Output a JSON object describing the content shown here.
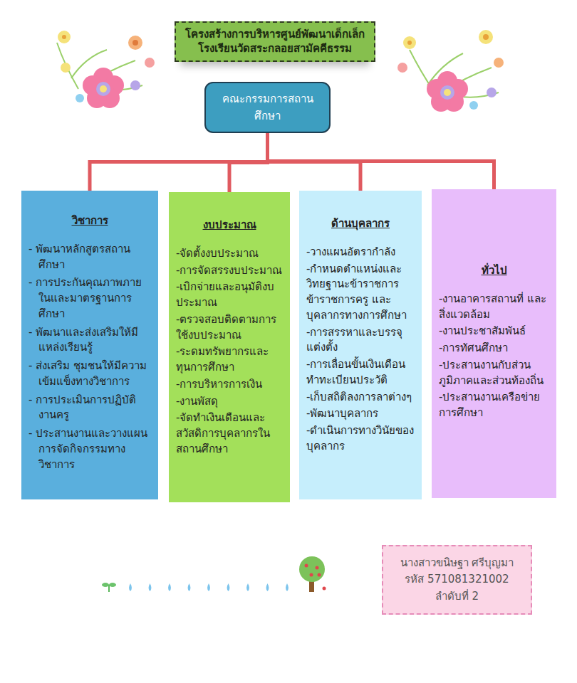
{
  "diagram": {
    "title": "โครงสร้างการบริหารศูนย์พัฒนาเด็กเล็ก โรงเรียนวัดสระกลอยสามัคคีธรรม",
    "nodes": [
      {
        "text": [
          "คณะกรรมการสถานศึกษา"
        ]
      },
      {
        "text": [
          "วิชาการ",
          "- พัฒนาหลักสูตรสถานศึกษา",
          "- การประกันคุณภาพภาย ในและมาตรฐานการศึกษา",
          "- พัฒนาและส่งเสริมให้มีแหล่งเรียนรู้",
          "- ส่งเสริม ชุมชนให้มีความเข้มแข็งทางวิชาการ",
          "- การประเมินการปฏิบัติงานครู",
          "- ประสานงานและวางแผนการจัดกิจกรรมทางวิชาการ"
        ]
      },
      {
        "text": [
          "งบประมาณ",
          "-จัดตั้งงบประมาณ",
          "-การจัดสรรงบประมาณ",
          "-เบิกจ่ายและอนุมัติงบประมาณ",
          "-ตรวจสอบติดตามการใช้งบประมาณ",
          "-ระดมทรัพยากรและทุนการศึกษา",
          "-การบริหารการเงิน",
          "-งานพัสดุ",
          "-จัดทำเงินเดือนและสวัสดิการบุคลากรในสถานศึกษา"
        ]
      },
      {
        "text": [
          "ด้านบุคลากร",
          "-วางแผนอัตรากำลัง",
          "-กำหนดตำแหน่งและวิทยฐานะข้าราชการ ข้าราชการครู และบุคลากรทางการศึกษา",
          "-การสรรหาและบรรจุแต่งตั้ง",
          "-การเลื่อนขั้นเงินเดือน ทำทะเบียนประวัติ",
          "-เก็บสถิติลงการลาต่างๆ",
          "-พัฒนาบุคลากร",
          "-ดำเนินการทางวินัยของบุคลากร"
        ]
      },
      {
        "text": [
          "ทั่วไป",
          "-งานอาคารสถานที่ และสิ่งแวดล้อม",
          "-งานประชาสัมพันธ์",
          "-การทัศนศึกษา",
          "-ประสานงานกับส่วนภูมิภาคและส่วนท้องถิ่น",
          "-ประสานงานเครือข่ายการศึกษา"
        ]
      },
      {
        "text": [
          "นางสาวขนิษฐา ศรีบุญมา",
          "รหัส 571081321002",
          "ลำดับที่ 2"
        ]
      }
    ],
    "edges": [
      {
        "from": 0,
        "to": 1,
        "arrow": "none"
      },
      {
        "from": 0,
        "to": 2,
        "arrow": "none"
      },
      {
        "from": 0,
        "to": 3,
        "arrow": "none"
      },
      {
        "from": 0,
        "to": 4,
        "arrow": "none"
      }
    ]
  }
}
